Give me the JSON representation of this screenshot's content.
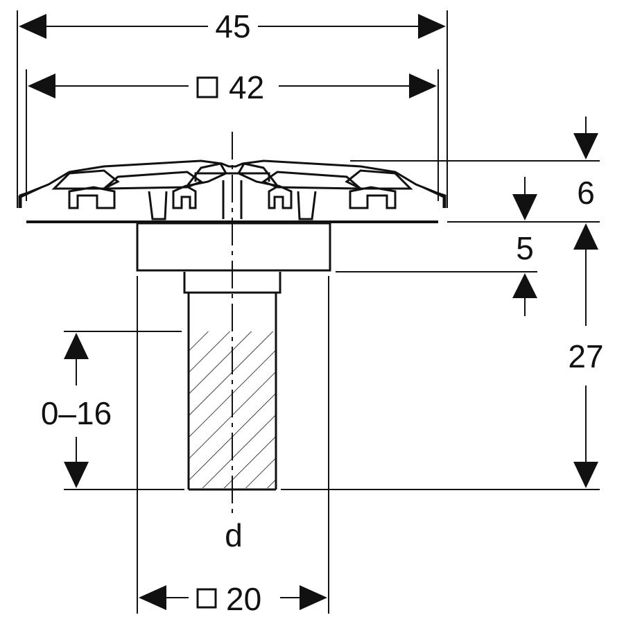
{
  "dimensions": {
    "overall_width": "45",
    "square_top": "42",
    "top_height": "6",
    "collar_height": "5",
    "total_height": "27",
    "adjust_range": "0–16",
    "square_bottom": "20",
    "diameter": "d"
  },
  "symbols": {
    "square_marker": "square-icon"
  },
  "colors": {
    "line": "#111111",
    "background": "#ffffff"
  }
}
